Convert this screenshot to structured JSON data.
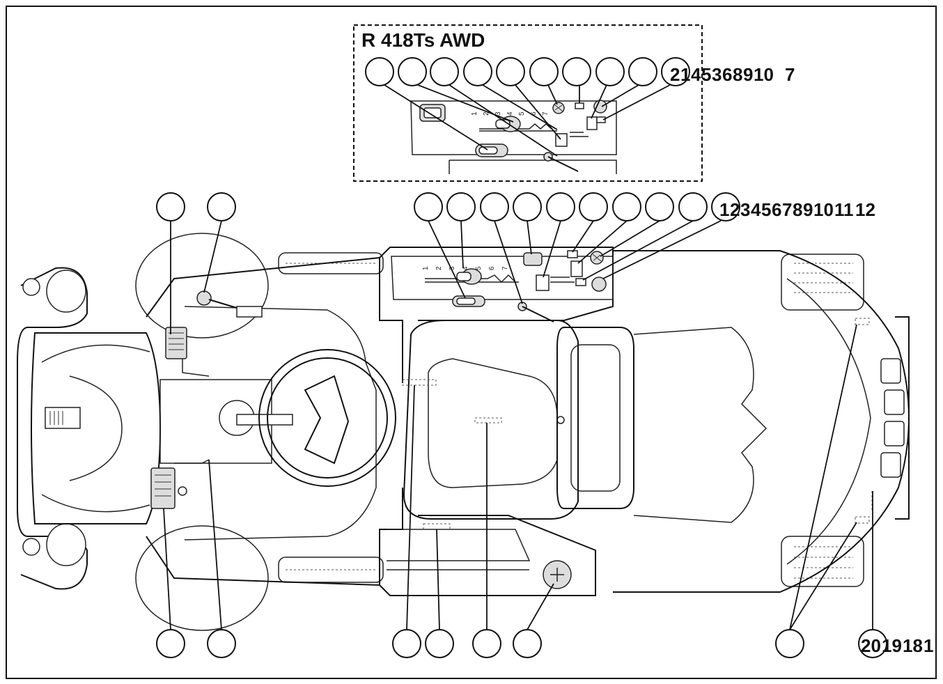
{
  "inset": {
    "title": "R 418Ts AWD",
    "callouts": [
      "2",
      "1",
      "4",
      "5",
      "3",
      "6",
      "8",
      "9",
      "10",
      "7"
    ]
  },
  "top_row": {
    "callouts": [
      "1",
      "2",
      "3",
      "4",
      "5",
      "6",
      "7",
      "8",
      "9",
      "10",
      "11",
      "12"
    ]
  },
  "bottom_row": {
    "callouts": [
      "20",
      "19",
      "18",
      "1"
    ]
  },
  "gear_ticks": [
    "1",
    "2",
    "3",
    "4",
    "5",
    "6",
    "7"
  ],
  "inset_gear_ticks": [
    "1",
    "2",
    "3",
    "4",
    "5",
    "6",
    "7"
  ]
}
